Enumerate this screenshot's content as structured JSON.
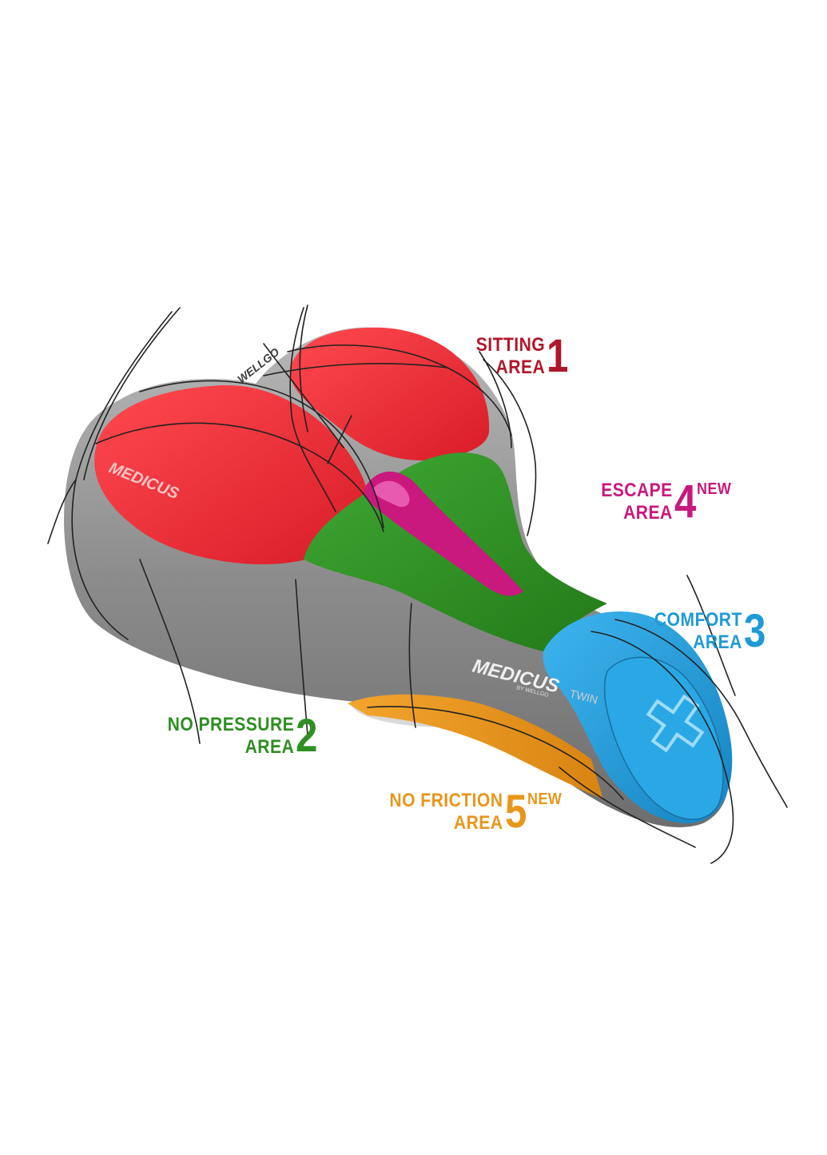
{
  "colors": {
    "sitting": "#e8232f",
    "sitting_text": "#b0172a",
    "pressure": "#2e8f22",
    "comfort": "#1e9ad6",
    "escape": "#c9187e",
    "friction": "#e8961c",
    "shell": "#8f8f8f",
    "outline": "#222222"
  },
  "callouts": {
    "sitting": {
      "line1": "SITTING",
      "line2": "AREA",
      "number": "1"
    },
    "escape": {
      "line1": "ESCAPE",
      "line2": "AREA",
      "number": "4",
      "badge": "NEW"
    },
    "comfort": {
      "line1": "COMFORT",
      "line2": "AREA",
      "number": "3"
    },
    "pressure": {
      "line1": "NO PRESSURE",
      "line2": "AREA",
      "number": "2"
    },
    "friction": {
      "line1": "NO FRICTION",
      "line2": "AREA",
      "number": "5",
      "badge": "NEW"
    }
  },
  "branding": {
    "logo_left": "MEDICUS",
    "logo_side": "MEDICUS",
    "logo_side_suffix": "TWIN",
    "logo_side_by": "BY WELLGO",
    "logo_nose": "WELLGO"
  },
  "icons": {
    "nose_emblem": "cross-icon"
  }
}
